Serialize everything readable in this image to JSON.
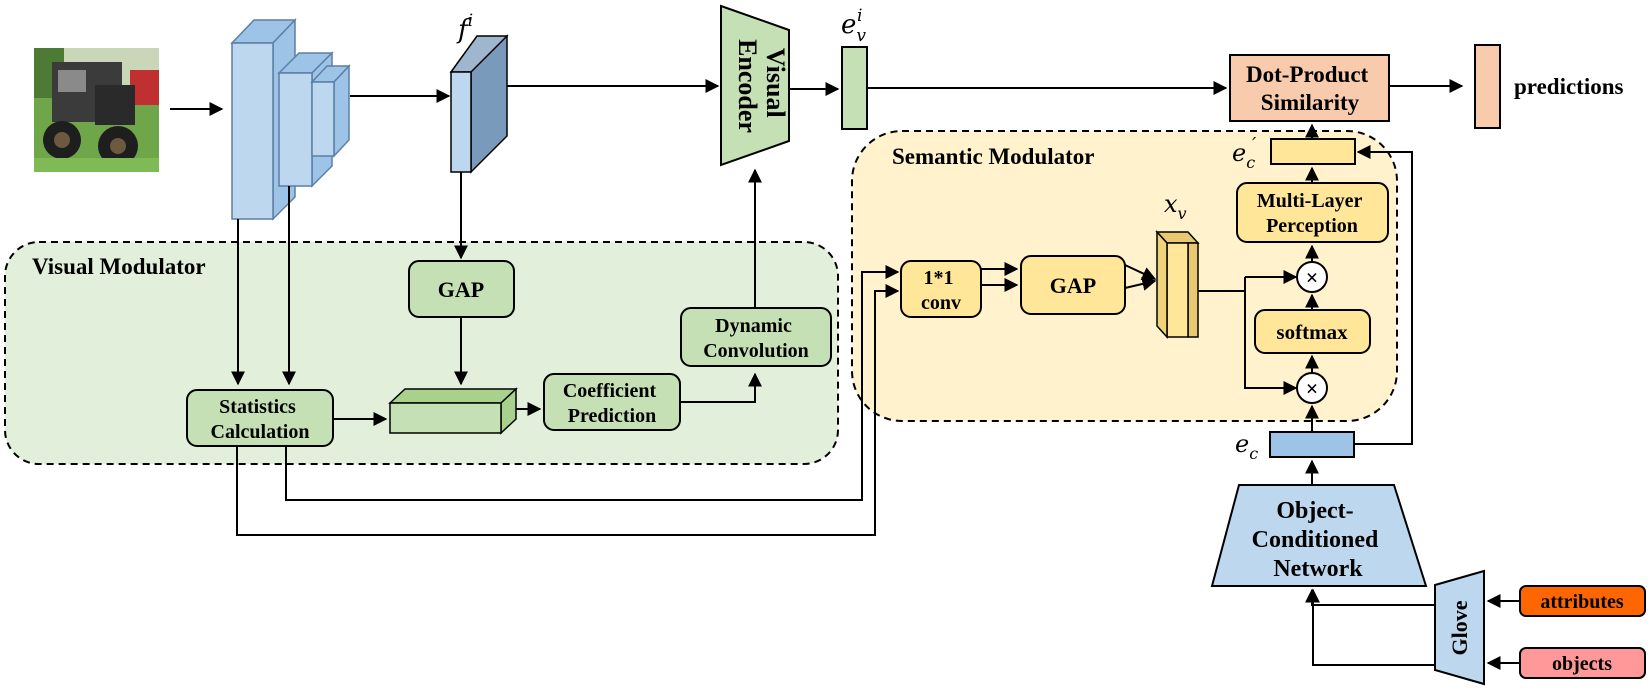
{
  "regions": {
    "visual_modulator": "Visual Modulator",
    "semantic_modulator": "Semantic Modulator"
  },
  "nodes": {
    "gap_visual": "GAP",
    "statistics_line1": "Statistics",
    "statistics_line2": "Calculation",
    "coefficient_line1": "Coefficient",
    "coefficient_line2": "Prediction",
    "dynamic_line1": "Dynamic",
    "dynamic_line2": "Convolution",
    "visual_encoder_line1": "Visual",
    "visual_encoder_line2": "Encoder",
    "dot_product_line1": "Dot-Product",
    "dot_product_line2": "Similarity",
    "predictions": "predictions",
    "conv_line1": "1*1",
    "conv_line2": "conv",
    "gap_semantic": "GAP",
    "mlp_line1": "Multi-Layer",
    "mlp_line2": "Perception",
    "softmax": "softmax",
    "object_net_line1": "Object-",
    "object_net_line2": "Conditioned",
    "object_net_line3": "Network",
    "glove": "Glove",
    "attributes": "attributes",
    "objects": "objects",
    "multiply_symbol": "×"
  },
  "math_labels": {
    "f_base": "f",
    "f_sup": "i",
    "ev_base": "e",
    "ev_sub": "v",
    "ev_sup": "i",
    "xv_base": "x",
    "xv_sub": "v",
    "ec_base": "e",
    "ec_sub": "c",
    "ecp_base": "e",
    "ecp_sub": "c",
    "ecp_prime": "′"
  },
  "colors": {
    "green_fill": "#c5e0b4",
    "green_region": "#e2efda",
    "yellow_fill": "#ffe699",
    "yellow_region": "#fff2cc",
    "blue_fill": "#bdd7ee",
    "blue_dark": "#9dc3e6",
    "salmon": "#f8cbad",
    "orange": "#ff6600",
    "pink": "#ff9999"
  }
}
